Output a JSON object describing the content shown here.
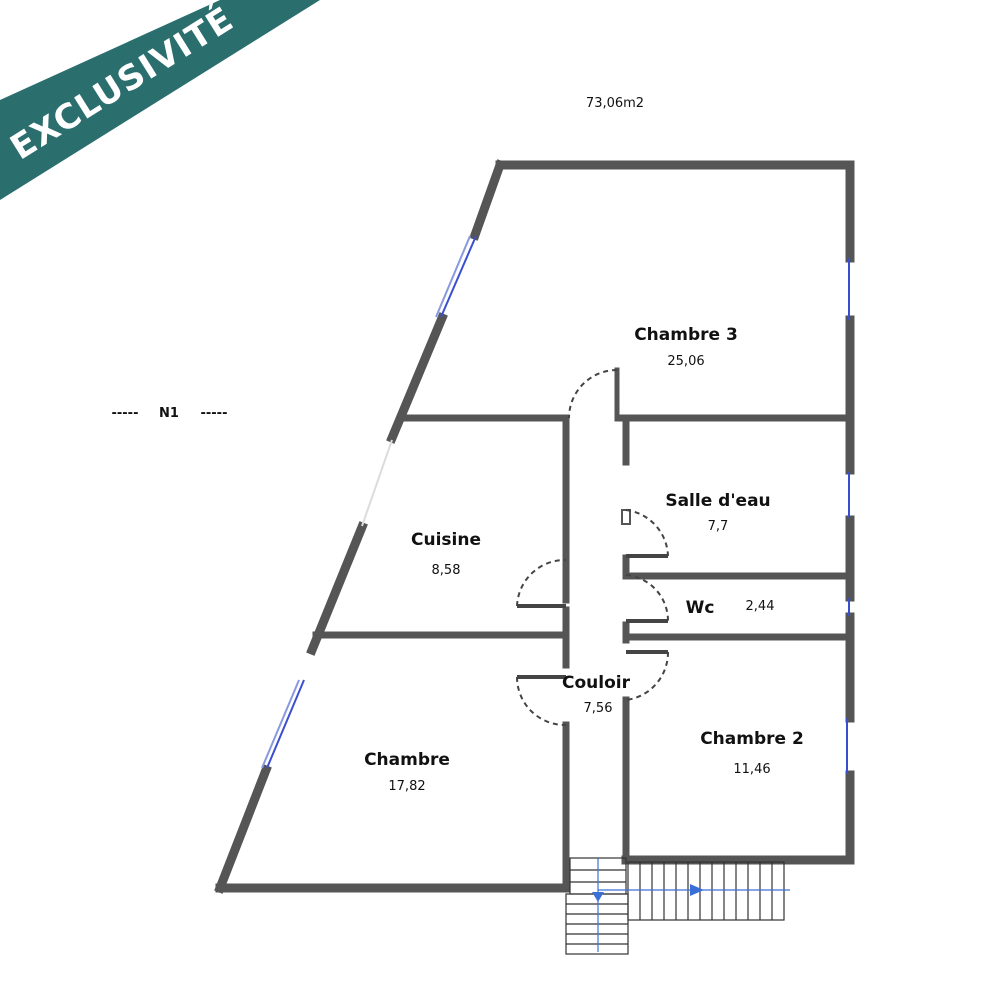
{
  "badge": {
    "label": "EXCLUSIVITÉ",
    "color": "#2a6e6e"
  },
  "total_area": "73,06m2",
  "level": {
    "label": "N1",
    "dashes": "-----"
  },
  "colors": {
    "wall": "#555555",
    "wall_inner": "#d9d9d9",
    "window": "#3a4fd0",
    "door": "#444444",
    "stairs": "#333333",
    "arrow": "#3a6fd8"
  },
  "rooms": {
    "chambre3": {
      "name": "Chambre 3",
      "area": "25,06"
    },
    "salle_eau": {
      "name": "Salle d'eau",
      "area": "7,7"
    },
    "cuisine": {
      "name": "Cuisine",
      "area": "8,58"
    },
    "wc": {
      "name": "Wc",
      "area": "2,44"
    },
    "couloir": {
      "name": "Couloir",
      "area": "7,56"
    },
    "chambre2": {
      "name": "Chambre 2",
      "area": "11,46"
    },
    "chambre": {
      "name": "Chambre",
      "area": "17,82"
    }
  }
}
